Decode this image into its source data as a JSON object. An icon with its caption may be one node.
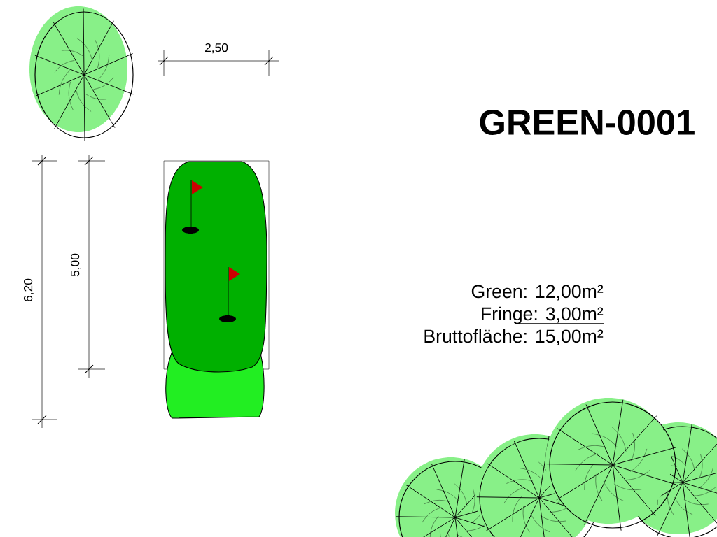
{
  "diagram": {
    "title": "GREEN-0001",
    "labels": [
      "2,50",
      "6,20",
      "5,00",
      "Green: 12,00m²",
      "Fringe: 3,00m²",
      "Bruttofläche: 15,00m²"
    ]
  }
}
